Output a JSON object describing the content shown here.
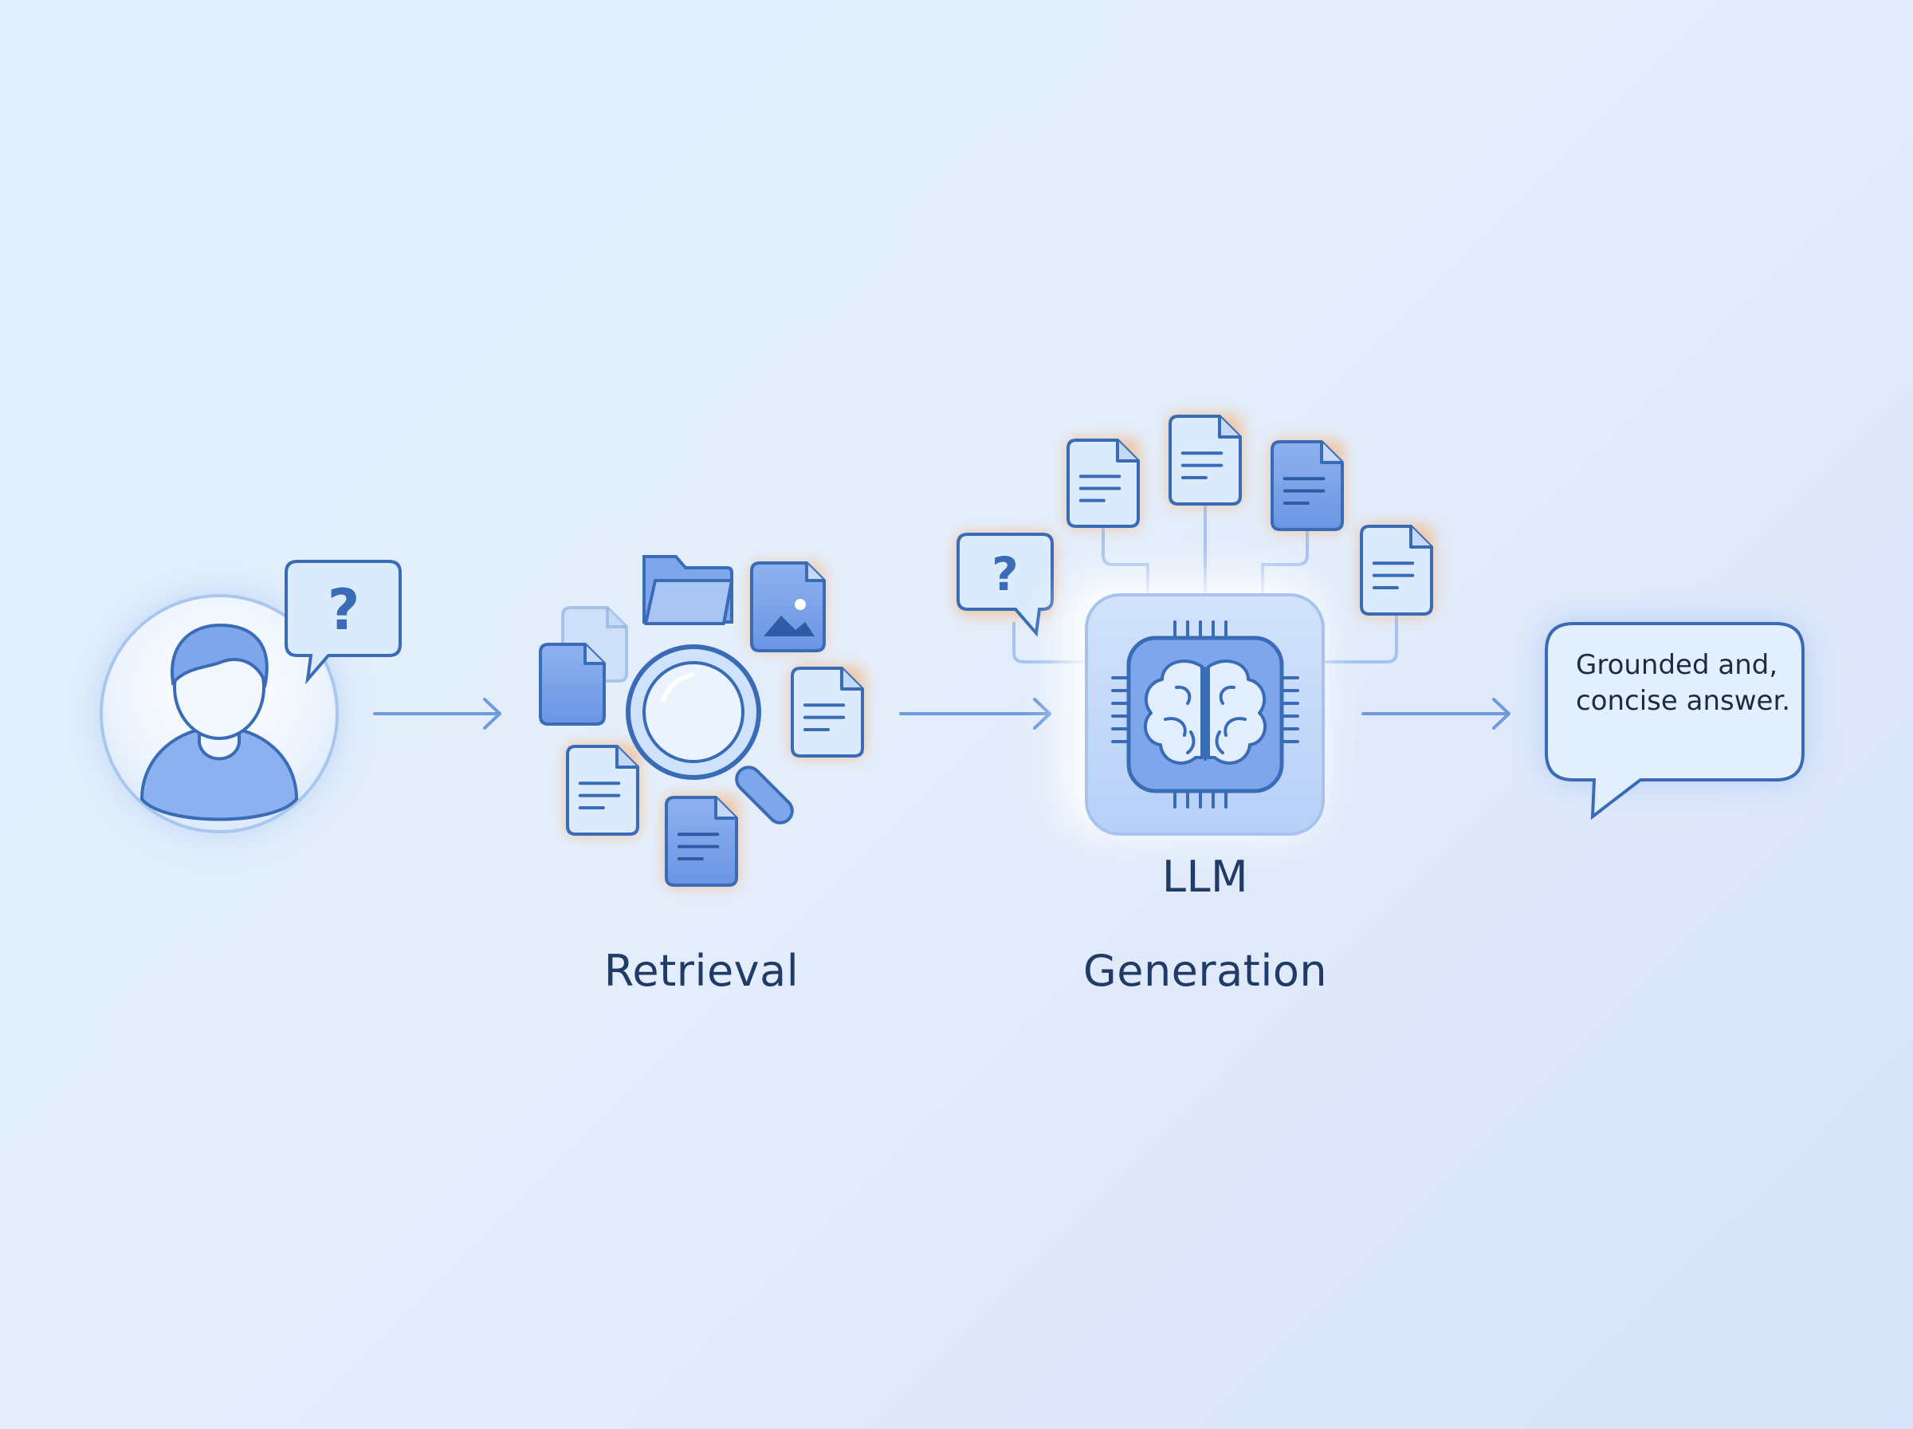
{
  "user": {
    "bubble_text": "?"
  },
  "retrieval": {
    "label": "Retrieval"
  },
  "generation": {
    "llm_label": "LLM",
    "label": "Generation",
    "question_text": "?"
  },
  "answer": {
    "text": "Grounded and, concise answer."
  },
  "colors": {
    "stroke": "#3a6bb6",
    "fill_light": "#dcebfb",
    "fill_medium": "#7ea6eb",
    "arrow": "#6f9ae0",
    "glow_orange": "#f6ad6b",
    "glow_blue": "#8fb4f5",
    "label": "#1f3b66"
  }
}
